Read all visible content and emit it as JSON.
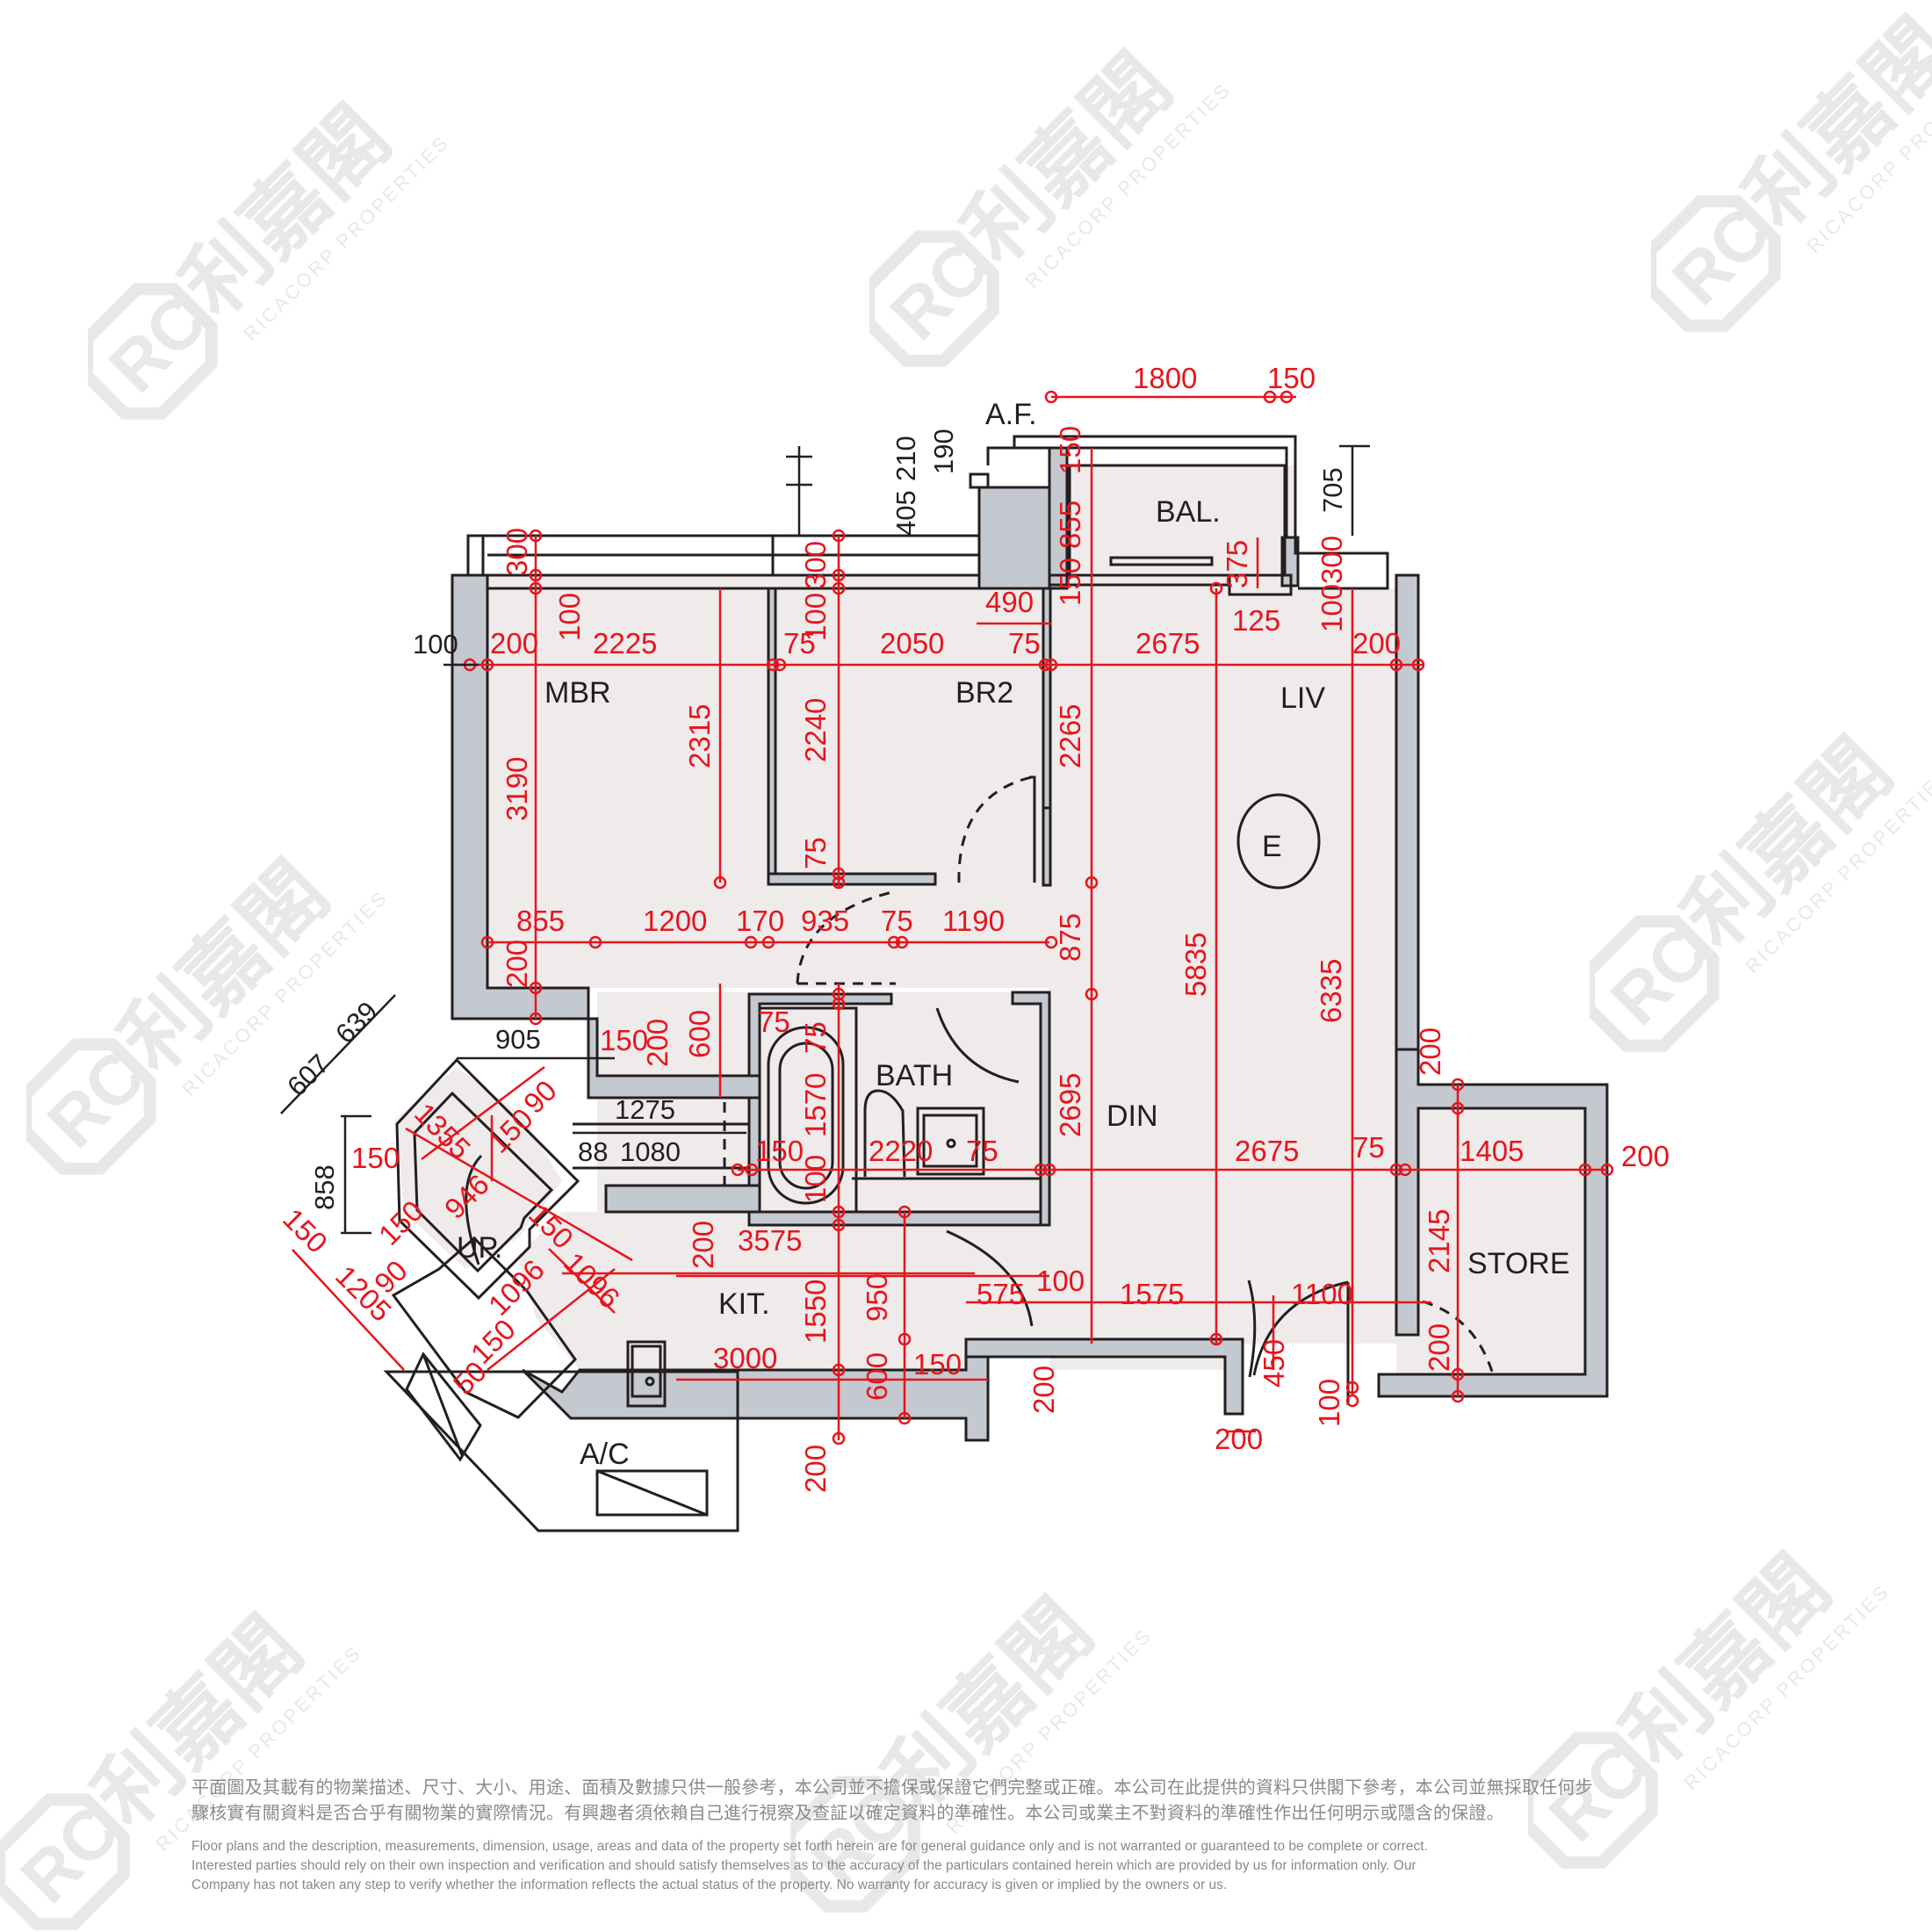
{
  "colors": {
    "floor": "#efebeb",
    "wall": "#c4c8cf",
    "outline": "#231f20",
    "dimension": "#e8141c",
    "watermark": "#d6d6d6",
    "disclaimer_text": "#8a8a8a"
  },
  "watermark": {
    "brand_zh": "利嘉閣",
    "brand_en": "RICACORP PROPERTIES",
    "logo": "RC"
  },
  "rooms": {
    "mbr": "MBR",
    "br2": "BR2",
    "liv": "LIV",
    "din": "DIN",
    "bath": "BATH",
    "kit": "KIT.",
    "store": "STORE",
    "bal": "BAL.",
    "af": "A.F.",
    "up": "UP.",
    "ac": "A/C",
    "flat_marker": "E"
  },
  "dimensions": {
    "top": {
      "d1800": "1800",
      "d150": "150"
    },
    "balcony": {
      "d150a": "150",
      "d855": "855",
      "d150b": "150",
      "d375": "375",
      "d705": "705",
      "d300": "300",
      "d100": "100",
      "d125": "125"
    },
    "af": {
      "d405": "405",
      "d210": "210",
      "d190": "190"
    },
    "mbr_top": {
      "d300": "300",
      "d100": "100"
    },
    "br2_top": {
      "d300": "300",
      "d100": "100"
    },
    "row1": {
      "d100": "100",
      "d200a": "200",
      "d2225": "2225",
      "d75a": "75",
      "d2050": "2050",
      "d75b": "75",
      "d2675": "2675",
      "d200b": "200",
      "d490": "490"
    },
    "vertical": {
      "d3190": "3190",
      "d2315": "2315",
      "d2240": "2240",
      "d75": "75",
      "d2265": "2265",
      "d5835": "5835",
      "d6335": "6335",
      "d875": "875",
      "d2695": "2695",
      "d200": "200"
    },
    "row2": {
      "d855": "855",
      "d1200": "1200",
      "d170": "170",
      "d935": "935",
      "d75": "75",
      "d1190": "1190"
    },
    "lobby": {
      "d905": "905",
      "d150": "150",
      "d200": "200",
      "d600": "600",
      "d1275": "1275",
      "d88": "88",
      "d1080": "1080"
    },
    "bath": {
      "d75a": "75",
      "d75b": "75",
      "d1570": "1570",
      "d150": "150",
      "d100": "100",
      "d2220": "2220",
      "d75c": "75"
    },
    "row3": {
      "d2675": "2675",
      "d75": "75",
      "d1405": "1405",
      "d200": "200"
    },
    "store": {
      "d200top": "200",
      "d2145": "2145",
      "d200bot": "200"
    },
    "stair": {
      "d607": "607",
      "d639": "639",
      "d858": "858",
      "d150": "150",
      "d1355": "1355",
      "d150b": "150",
      "d90": "90",
      "d946": "946",
      "d150c": "150",
      "d150d": "150",
      "d90b": "90",
      "d150e": "150",
      "d1205": "1205",
      "d150f": "150",
      "d150g": "150"
    },
    "kitchen": {
      "d200": "200",
      "d3575": "3575",
      "d1096a": "1096",
      "d1096b": "1096",
      "d1550": "1550",
      "d950": "950",
      "d3000": "3000",
      "d600": "600",
      "d150": "150",
      "d200b": "200",
      "d150b": "150",
      "d50": "50"
    },
    "entry": {
      "d575": "575",
      "d100": "100",
      "d1575": "1575",
      "d1100": "1100",
      "d200": "200",
      "d450": "450",
      "d100b": "100",
      "d200b": "200",
      "d200c": "200"
    }
  },
  "disclaimer": {
    "zh_line1": "平面圖及其載有的物業描述、尺寸、大小、用途、面積及數據只供一般參考，本公司並不擔保或保證它們完整或正確。本公司在此提供的資料只供閣下參考，本公司並無採取任何步",
    "zh_line2": "驟核實有關資料是否合乎有關物業的實際情況。有興趣者須依賴自己進行視察及查証以確定資料的準確性。本公司或業主不對資料的準確性作出任何明示或隱含的保證。",
    "en_line1": "Floor plans and the description, measurements, dimension, usage, areas and data of the property set forth herein are for general guidance only and is not warranted or guaranteed to be complete or correct.",
    "en_line2": "Interested parties should rely on their own inspection and verification and should satisfy themselves as to the accuracy of the particulars contained herein which are provided by us for information only.  Our",
    "en_line3": "Company has not taken any step to verify whether the information reflects the actual status of the property.  No warranty for accuracy is given or implied by the owners or us."
  }
}
